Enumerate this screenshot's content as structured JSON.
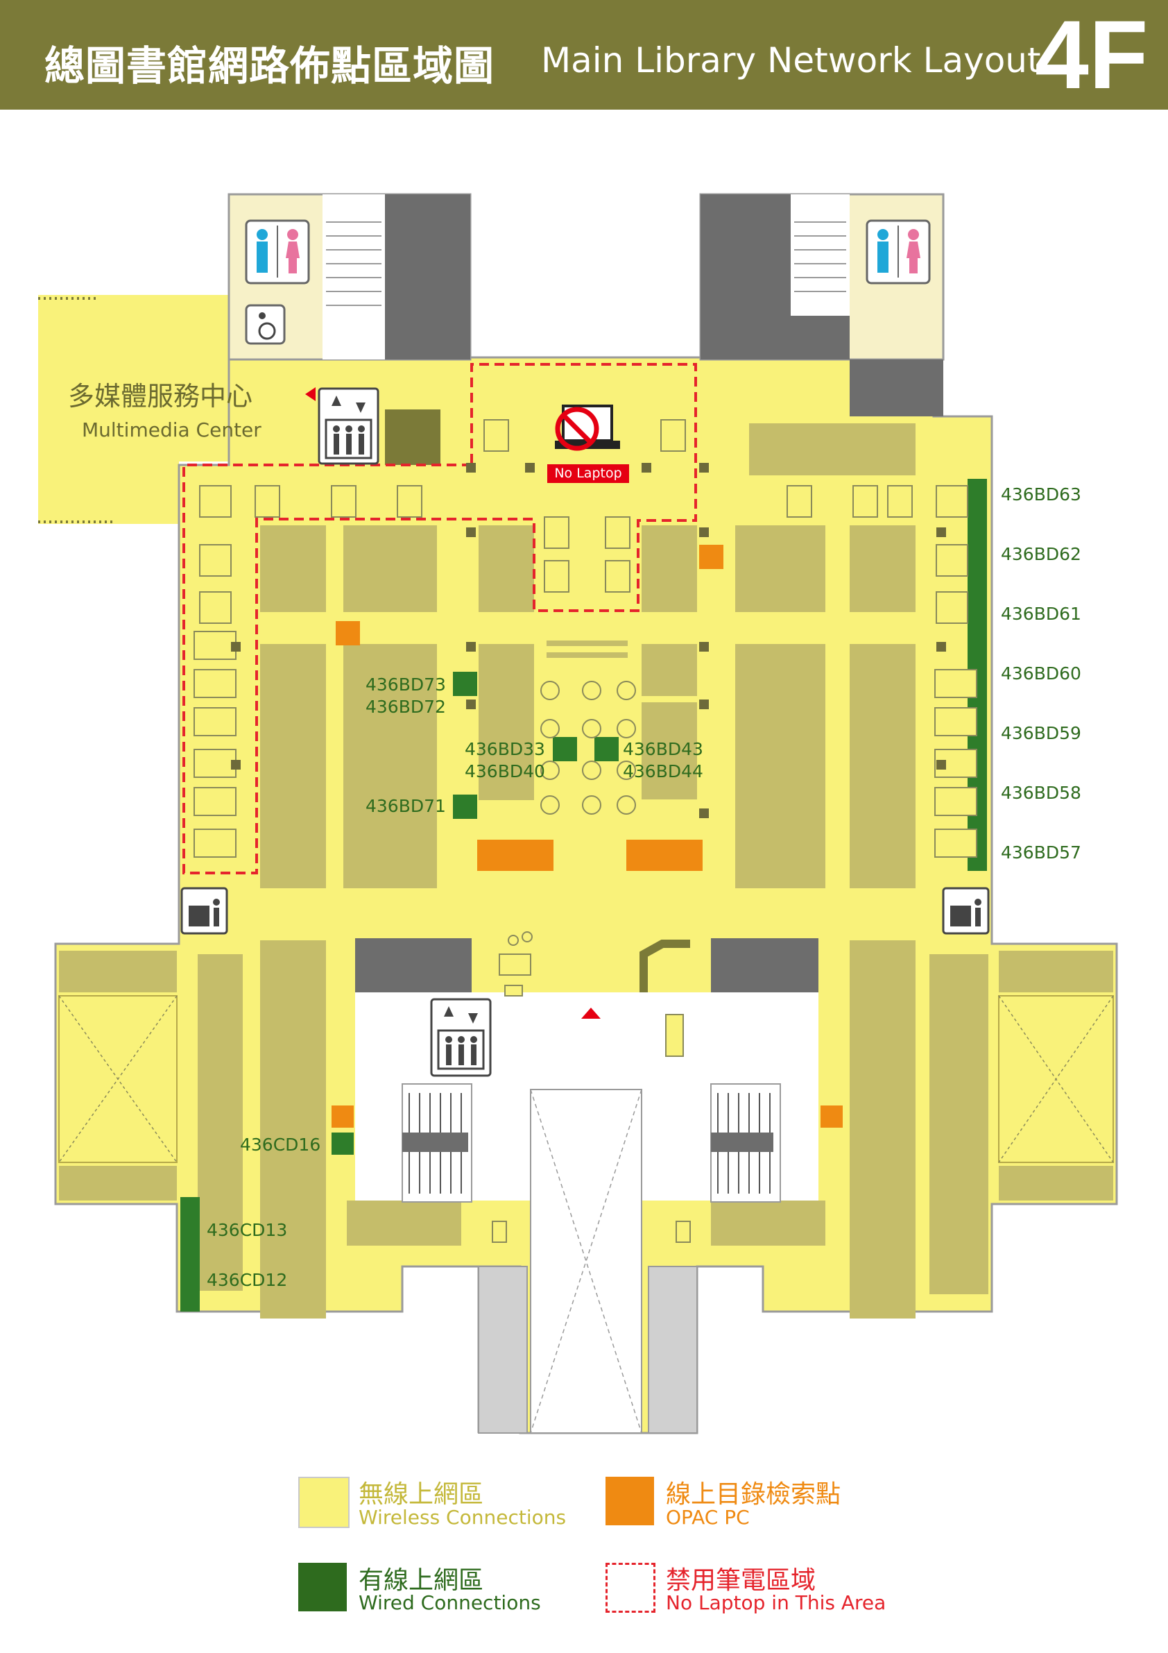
{
  "header": {
    "title_zh": "總圖書館網路佈點區域圖",
    "title_en": "Main Library Network Layout",
    "floor": "4F"
  },
  "rooms": {
    "multimedia_zh": "多媒體服務中心",
    "multimedia_en": "Multimedia Center",
    "no_laptop_tag": "No Laptop"
  },
  "network_points": {
    "right_column": [
      "436BD63",
      "436BD62",
      "436BD61",
      "436BD60",
      "436BD59",
      "436BD58",
      "436BD57"
    ],
    "bd73": "436BD73",
    "bd72": "436BD72",
    "bd71": "436BD71",
    "bd33": "436BD33",
    "bd40": "436BD40",
    "bd43": "436BD43",
    "bd44": "436BD44",
    "cd16": "436CD16",
    "cd13": "436CD13",
    "cd12": "436CD12"
  },
  "legend": {
    "wireless_zh": "無線上網區",
    "wireless_en": "Wireless Connections",
    "opac_zh": "線上目錄檢索點",
    "opac_en": "OPAC PC",
    "wired_zh": "有線上網區",
    "wired_en": "Wired Connections",
    "nolaptop_zh": "禁用筆電區域",
    "nolaptop_en": "No Laptop in This Area"
  },
  "colors": {
    "wireless": "#f9f27a",
    "shelf": "#c5bd6a",
    "wired": "#2e7d2a",
    "opac": "#ef8a12",
    "no_laptop_border": "#e5242c",
    "header": "#7b7a38",
    "stair_gray": "#6d6d6d"
  },
  "icons": [
    "restroom-icon",
    "wheelchair-icon",
    "elevator-icon",
    "copier-icon",
    "no-laptop-icon",
    "entrance-arrow-icon"
  ]
}
